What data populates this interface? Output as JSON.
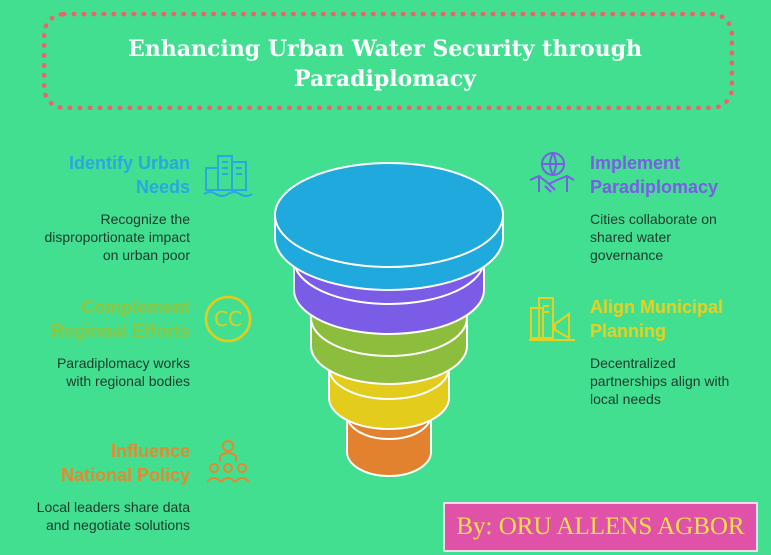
{
  "title": {
    "line1": "Enhancing Urban Water Security through",
    "line2": "Paradiplomacy"
  },
  "left_items": [
    {
      "heading1": "Identify Urban",
      "heading2": "Needs",
      "desc1": "Recognize the",
      "desc2": "disproportionate impact",
      "desc3": "on urban poor",
      "color": "#2aa7e0",
      "icon": "city-buildings-icon"
    },
    {
      "heading1": "Complement",
      "heading2": "Regional Efforts",
      "desc1": "Paradiplomacy works",
      "desc2": "with regional bodies",
      "color": "#8dc63f",
      "icon": "cc-circle-icon"
    },
    {
      "heading1": "Influence",
      "heading2": "National Policy",
      "desc1": "Local leaders share data",
      "desc2": "and negotiate solutions",
      "color": "#e8872e",
      "icon": "people-group-icon"
    }
  ],
  "right_items": [
    {
      "heading1": "Implement",
      "heading2": "Paradiplomacy",
      "desc1": "Cities collaborate on",
      "desc2": "shared water",
      "desc3": "governance",
      "color": "#7b5ce6",
      "icon": "handshake-globe-icon"
    },
    {
      "heading1": "Align Municipal",
      "heading2": "Planning",
      "desc1": "Decentralized",
      "desc2": "partnerships align with",
      "desc3": "local needs",
      "color": "#e8d020",
      "icon": "megaphone-building-icon"
    }
  ],
  "funnel_colors": [
    "#1fa9dc",
    "#7b5ce6",
    "#8dbd3c",
    "#e3cc1c",
    "#e2822e"
  ],
  "credit": "By: ORU ALLENS AGBOR"
}
